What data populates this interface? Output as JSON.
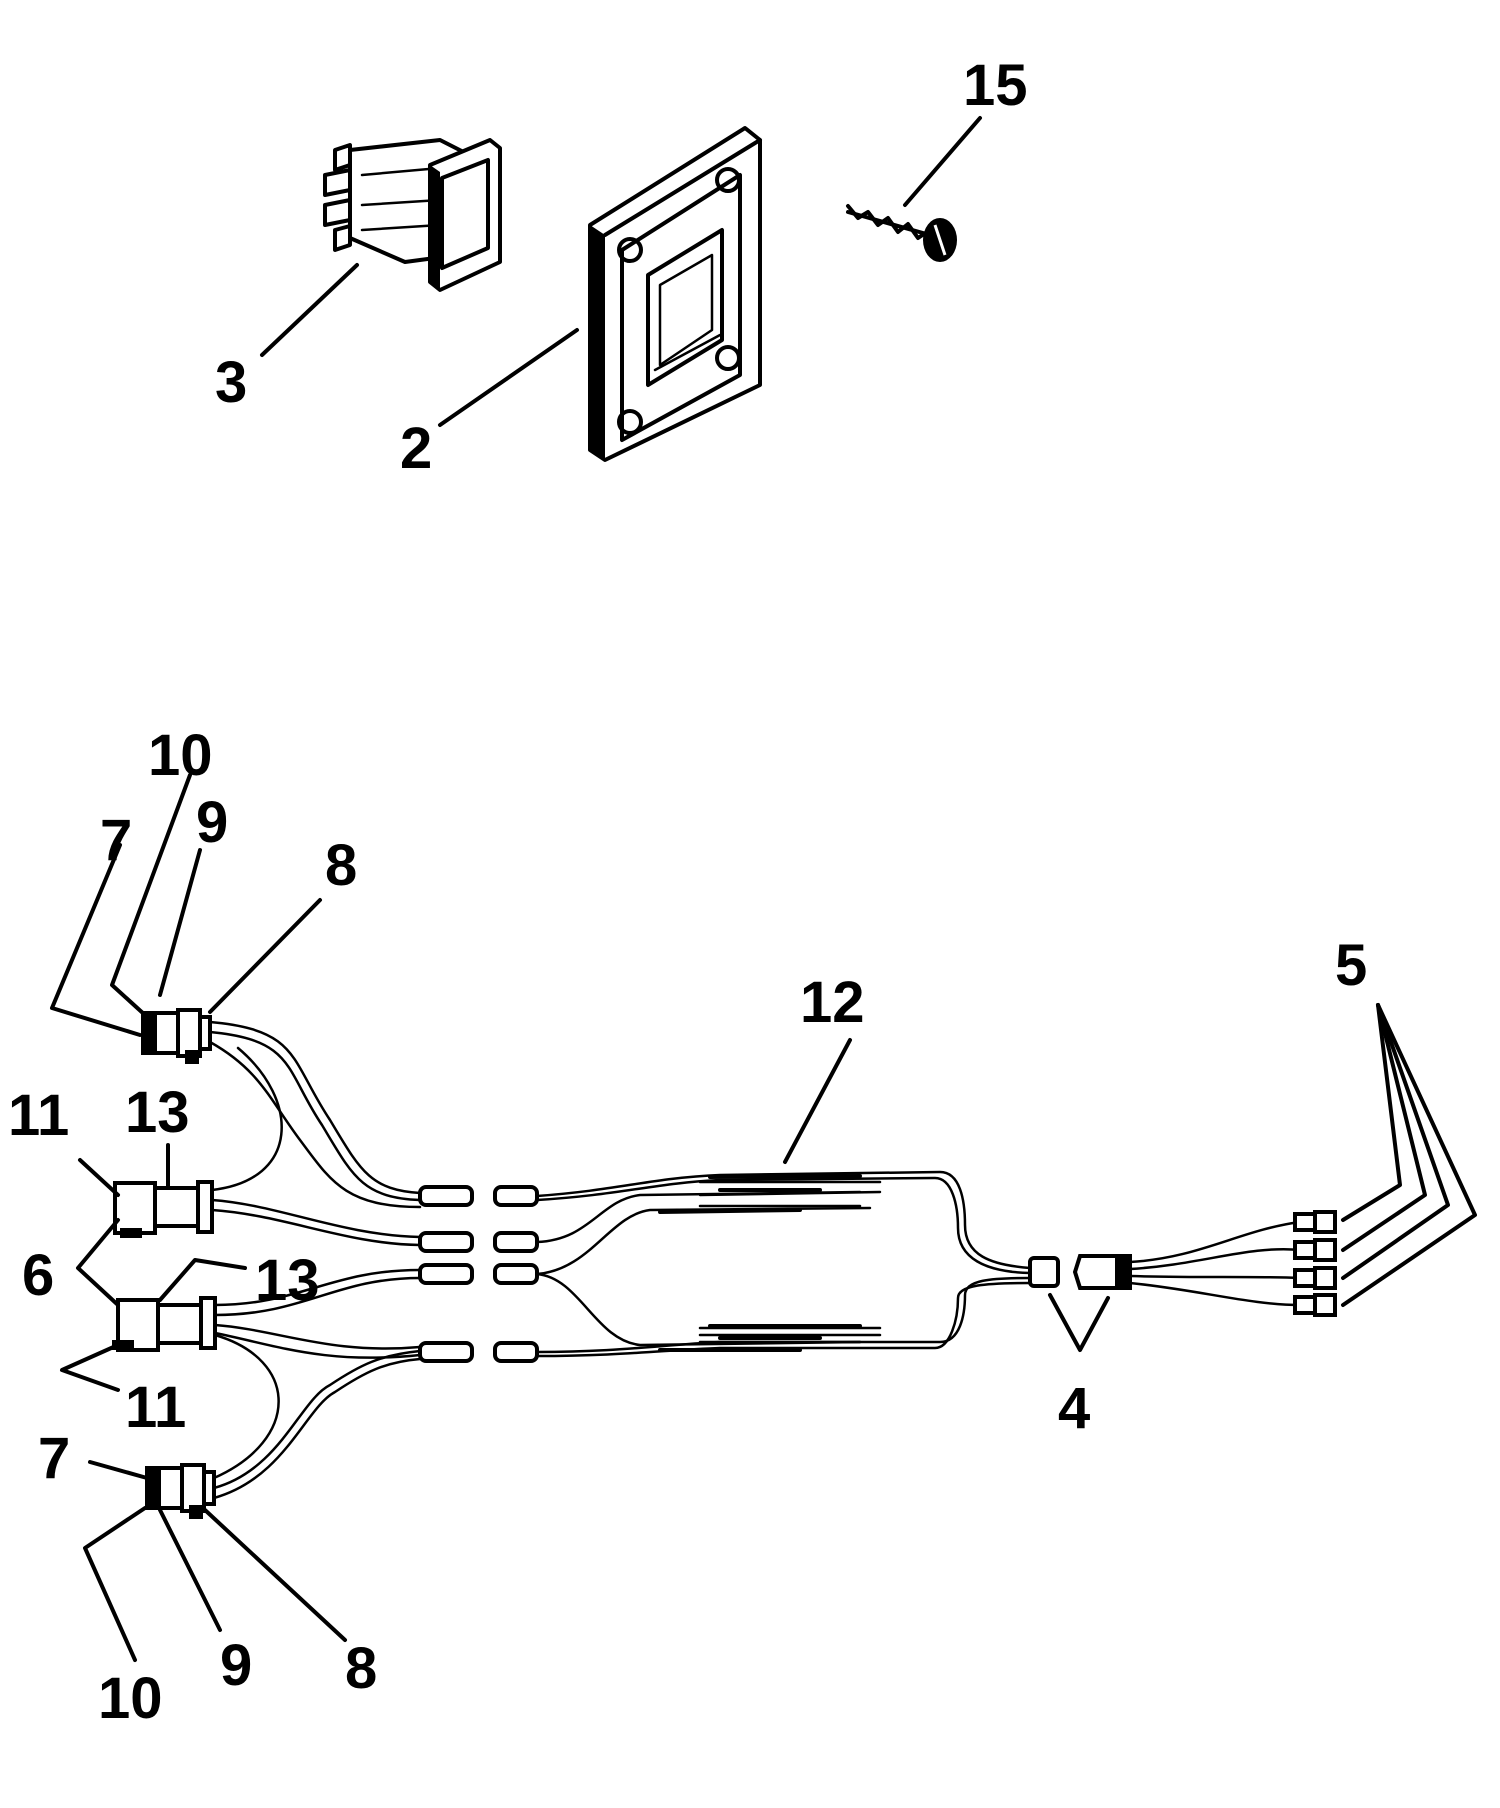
{
  "callouts": {
    "switch": "3",
    "plate": "2",
    "screw": "15",
    "c10_top": "10",
    "c9_top": "9",
    "c7_top": "7",
    "c8_top": "8",
    "c12": "12",
    "c5": "5",
    "c11_a": "11",
    "c13_a": "13",
    "c6": "6",
    "c13_b": "13",
    "c11_b": "11",
    "c4": "4",
    "c7_bot": "7",
    "c10_bot": "10",
    "c9_bot": "9",
    "c8_bot": "8"
  }
}
